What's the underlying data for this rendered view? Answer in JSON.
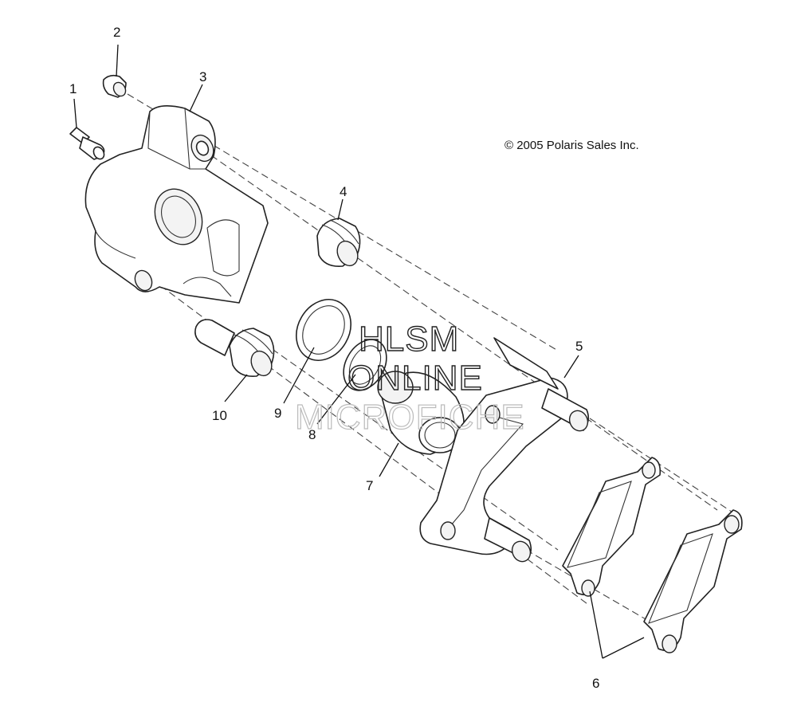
{
  "copyright": "© 2005 Polaris Sales Inc.",
  "watermark": {
    "line1": "HLSM",
    "line2": "ONLINE",
    "line3": "MICROFICHE"
  },
  "callouts": [
    "1",
    "2",
    "3",
    "4",
    "5",
    "6",
    "7",
    "8",
    "9",
    "10"
  ]
}
